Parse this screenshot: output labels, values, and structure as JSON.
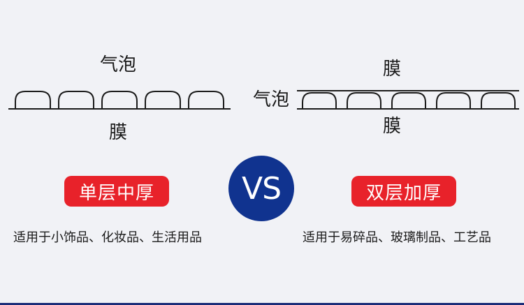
{
  "single_layer": {
    "bubble_label": "气泡",
    "film_label": "膜",
    "badge": "单层中厚",
    "usage": "适用于小饰品、化妆品、生活用品"
  },
  "double_layer": {
    "top_film_label": "膜",
    "bubble_label": "气泡",
    "bottom_film_label": "膜",
    "badge": "双层加厚",
    "usage": "适用于易碎品、玻璃制品、工艺品"
  },
  "vs_label": "VS",
  "colors": {
    "badge_red": "#e8222a",
    "vs_blue": "#10338f",
    "background": "#f1f2f6",
    "line": "#1a1a1a"
  }
}
